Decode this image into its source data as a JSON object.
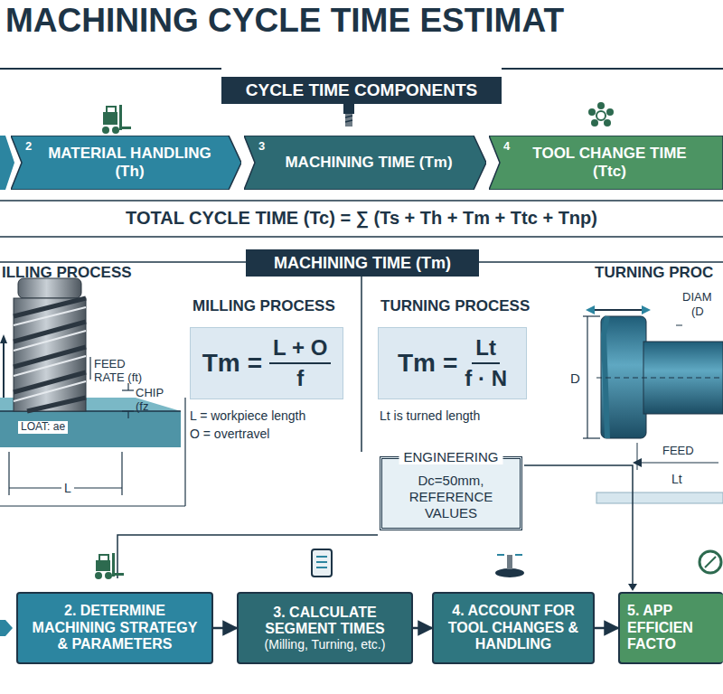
{
  "diagram": {
    "title": "MACHINING CYCLE TIME ESTIMAT",
    "nodes": [
      {
        "text": [
          "CYCLE TIME COMPONENTS"
        ]
      },
      {
        "text": [
          "2",
          "MATERIAL HANDLING (Th)"
        ]
      },
      {
        "text": [
          "3",
          "MACHINING TIME (Tm)"
        ]
      },
      {
        "text": [
          "4",
          "TOOL CHANGE TIME (Ttc)"
        ]
      },
      {
        "text": [
          "MACHINING TIME (Tm)"
        ]
      },
      {
        "text": [
          "MILLING PROCESS",
          "Tm",
          "=",
          "L + O",
          "f"
        ]
      },
      {
        "text": [
          "TURNING PROCESS",
          "Tm",
          "=",
          "Lt",
          "f · N"
        ]
      },
      {
        "text": [
          "ENGINEERING",
          "Dc=50mm, REFERENCE VALUES"
        ]
      },
      {
        "text": [
          "2. DETERMINE MACHINING STRATEGY & PARAMETERS"
        ]
      },
      {
        "text": [
          "3. CALCULATE SEGMENT TIMES",
          "(Milling, Turning, etc.)"
        ]
      },
      {
        "text": [
          "4. ACCOUNT FOR TOOL CHANGES & HANDLING"
        ]
      },
      {
        "text": [
          "5. APP EFFICIEN FACTO"
        ]
      }
    ],
    "edges": [
      {
        "from": 8,
        "to": 9,
        "arrow": "to"
      },
      {
        "from": 9,
        "to": 10,
        "arrow": "to"
      },
      {
        "from": 10,
        "to": 11,
        "arrow": "to"
      }
    ],
    "labels": [
      "TOTAL CYCLE TIME (Tc) = ∑ (Ts + Th + Tm + Ttc + Tnp)",
      "ILLING PROCESS",
      "FEED RATE (ft)",
      "CHIP (fz",
      "LOAT: ae",
      "L",
      "L = workpiece length",
      "O = overtravel",
      "Lt is turned length",
      "TURNING PROC",
      "DIAM",
      "(D",
      "D",
      "FEED",
      "Lt"
    ]
  }
}
